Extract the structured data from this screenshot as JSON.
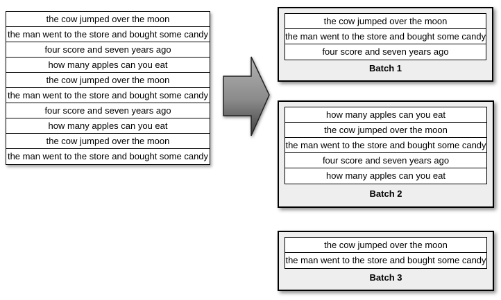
{
  "figure": {
    "arrow_icon": "right-arrow",
    "colors": {
      "border": "#000000",
      "row_bg": "#ffffff",
      "batch_box_bg": "#eeeeee",
      "arrow_gradient_top": "#b3b3b3",
      "arrow_gradient_bottom": "#3f3f3f",
      "arrow_outline": "#222222"
    }
  },
  "input_list": {
    "rows": [
      "the cow jumped over the moon",
      "the man went to the store and bought some candy",
      "four score and seven years ago",
      "how many apples can you eat",
      "the cow jumped over the moon",
      "the man went to the store and bought some candy",
      "four score and seven years ago",
      "how many apples can you eat",
      "the cow jumped over the moon",
      "the man went to the store and bought some candy"
    ]
  },
  "batches": [
    {
      "label": "Batch 1",
      "rows": [
        "the cow jumped over the moon",
        "the man went to the store and bought some candy",
        "four score and seven years ago"
      ]
    },
    {
      "label": "Batch 2",
      "rows": [
        "how many apples can you eat",
        "the cow jumped over the moon",
        "the man went to the store and bought some candy",
        "four score and seven years ago",
        "how many apples can you eat"
      ]
    },
    {
      "label": "Batch 3",
      "rows": [
        "the cow jumped over the moon",
        "the man went to the store and bought some candy"
      ]
    }
  ]
}
